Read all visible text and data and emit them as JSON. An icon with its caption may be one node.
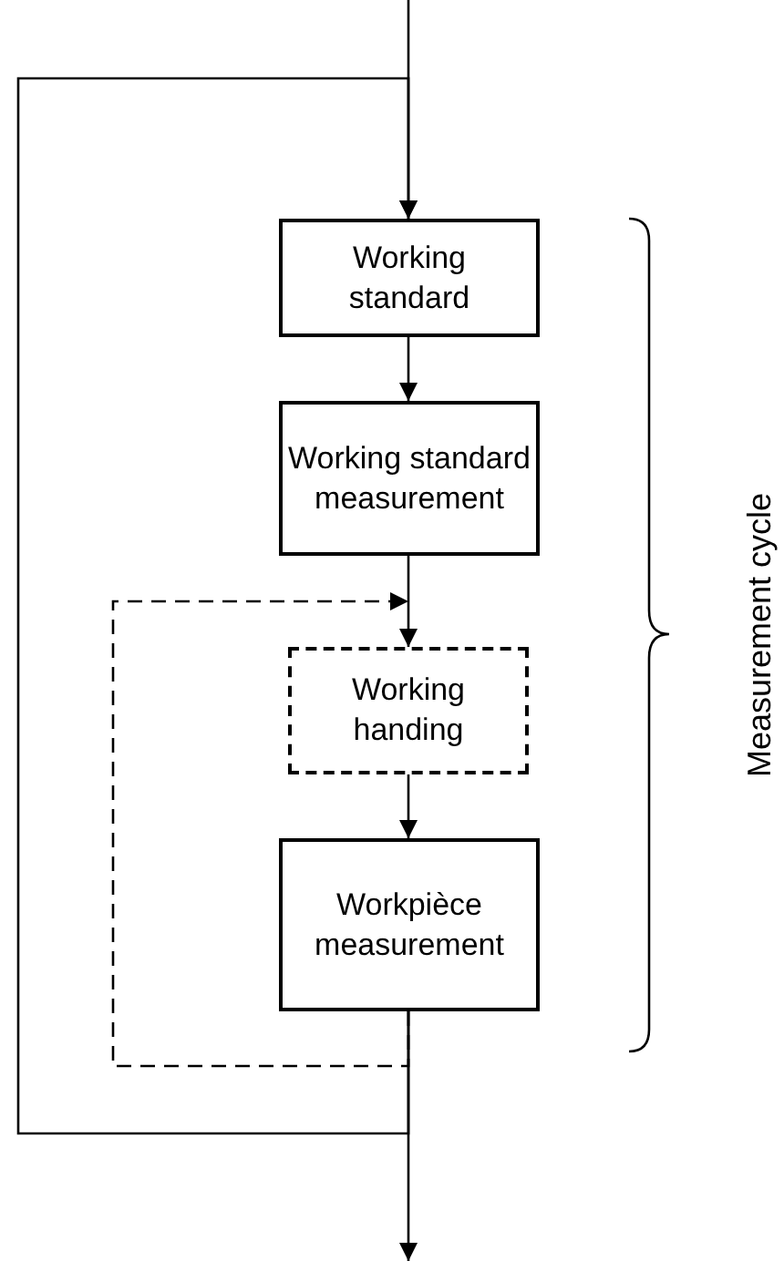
{
  "diagram": {
    "nodes": [
      {
        "text": [
          "Working standard"
        ]
      },
      {
        "text": [
          "Working standard measurement"
        ]
      },
      {
        "text": [
          "Working handing"
        ]
      },
      {
        "text": [
          "Workpièce measurement"
        ]
      }
    ],
    "edges": [
      {
        "from": null,
        "to": 0,
        "arrow": "to"
      },
      {
        "from": 0,
        "to": 1,
        "arrow": "to"
      },
      {
        "from": 1,
        "to": 2,
        "arrow": "to"
      },
      {
        "from": 2,
        "to": 3,
        "arrow": "to"
      },
      {
        "from": 3,
        "to": null,
        "arrow": "to"
      },
      {
        "from": 3,
        "to": 2,
        "arrow": "to",
        "style": "dashed"
      },
      {
        "from": 3,
        "to": 0,
        "arrow": "to"
      }
    ],
    "labels": [
      "Measurement cycle"
    ]
  }
}
